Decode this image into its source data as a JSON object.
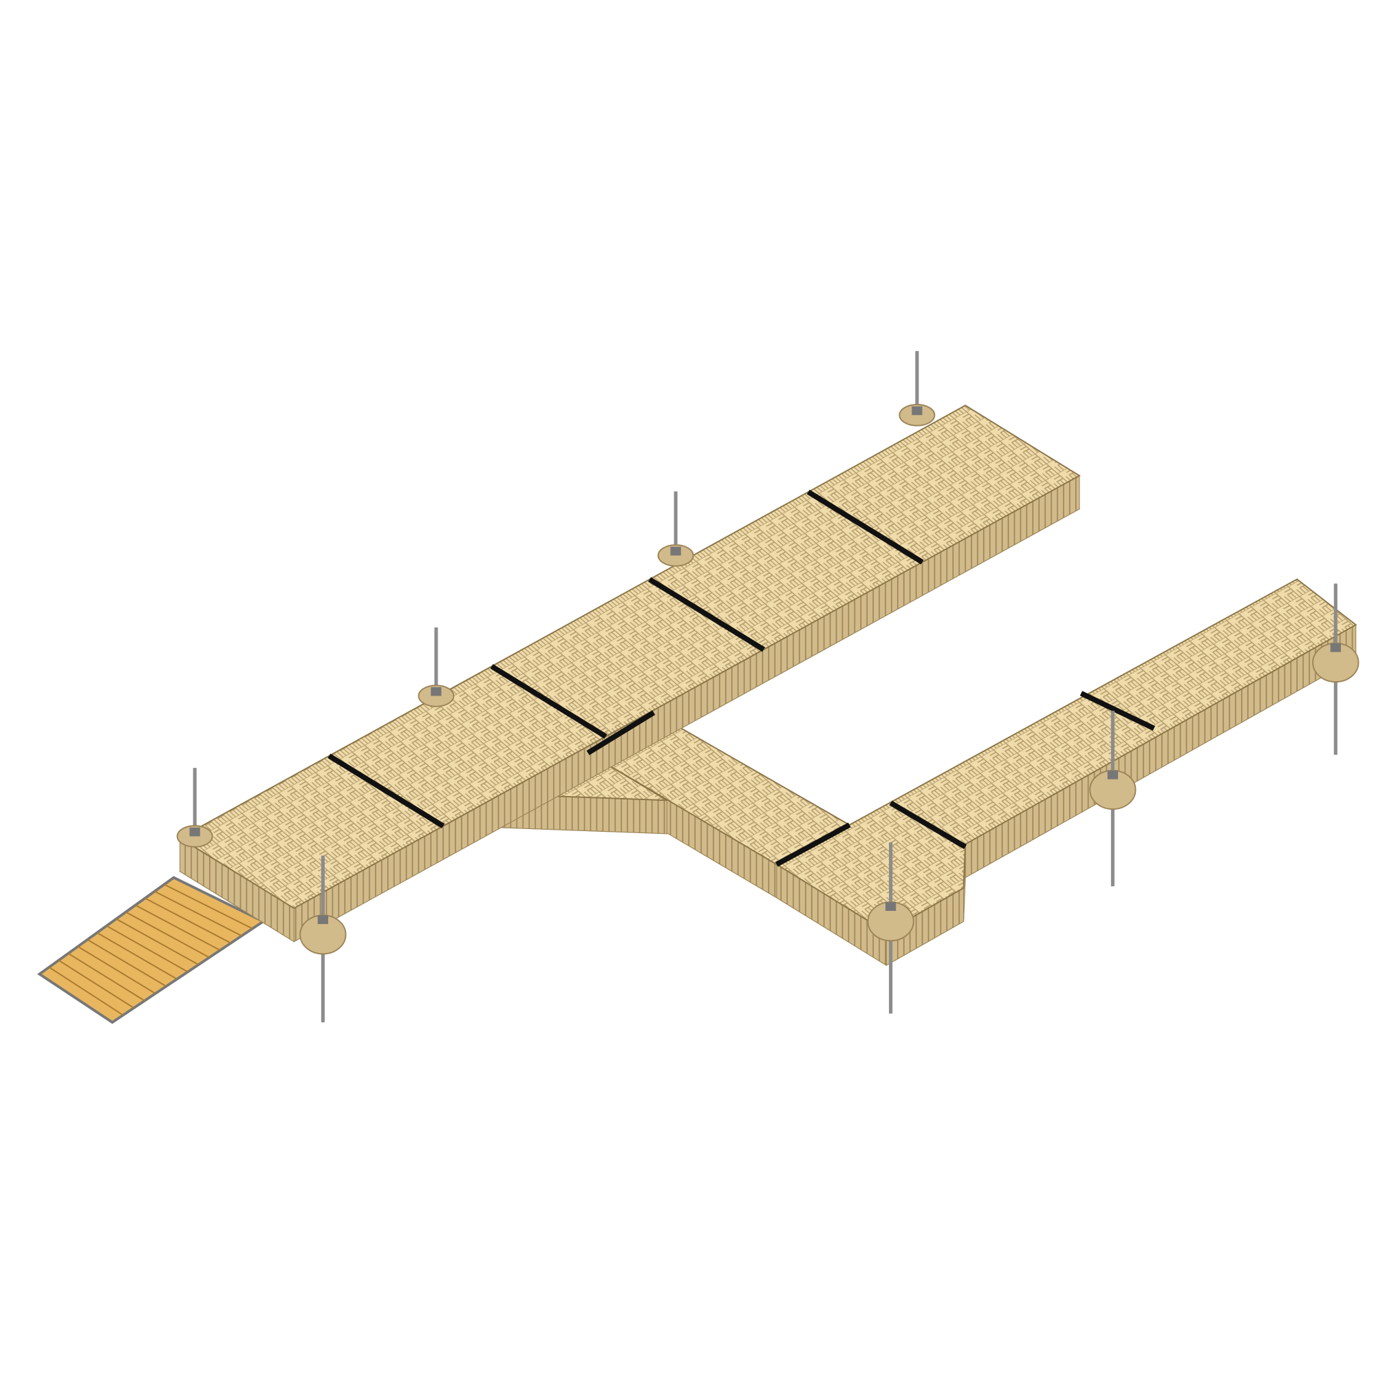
{
  "colors": {
    "background": "#ffffff",
    "deck_paver": "#efdcaa",
    "deck_joint": "#b59c6c",
    "float_side": "#d2bb8a",
    "float_side_line": "#9c8458",
    "seam": "#111111",
    "ramp_wood": "#e8b65e",
    "ramp_slat_line": "#a87a30",
    "pole": "#8c8c8c"
  },
  "components": [
    "main-pier",
    "branch-pier",
    "side-pier",
    "corner-filler",
    "gangway-ramp",
    "anchor-poles",
    "float-corner-blocks"
  ]
}
